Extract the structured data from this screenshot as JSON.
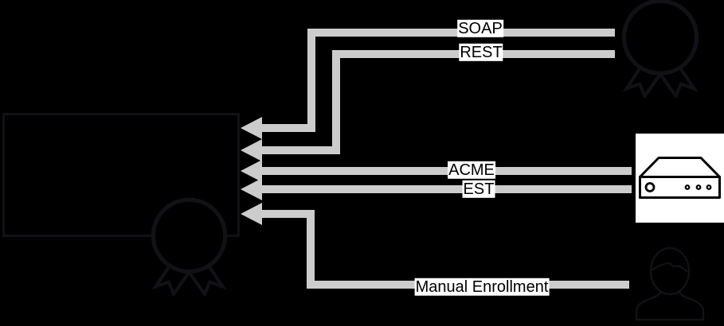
{
  "connectors": [
    {
      "id": "soap",
      "label": "SOAP"
    },
    {
      "id": "rest",
      "label": "REST"
    },
    {
      "id": "acme",
      "label": "ACME"
    },
    {
      "id": "est",
      "label": "EST"
    },
    {
      "id": "manual",
      "label": "Manual Enrollment"
    }
  ],
  "nodes": {
    "ca_box": {
      "icon": "certificate-ribbon-icon"
    },
    "remote_ca": {
      "icon": "certificate-ribbon-icon"
    },
    "appliance": {
      "icon": "server-appliance-icon"
    },
    "operator": {
      "icon": "person-icon"
    }
  },
  "colors": {
    "background": "#000000",
    "connector-gray": "#cccccc",
    "label-bg": "#ffffff",
    "label-text": "#000000",
    "shape-outline": "#111116",
    "shape-fill": "#000000",
    "icon-ink": "#000000"
  }
}
